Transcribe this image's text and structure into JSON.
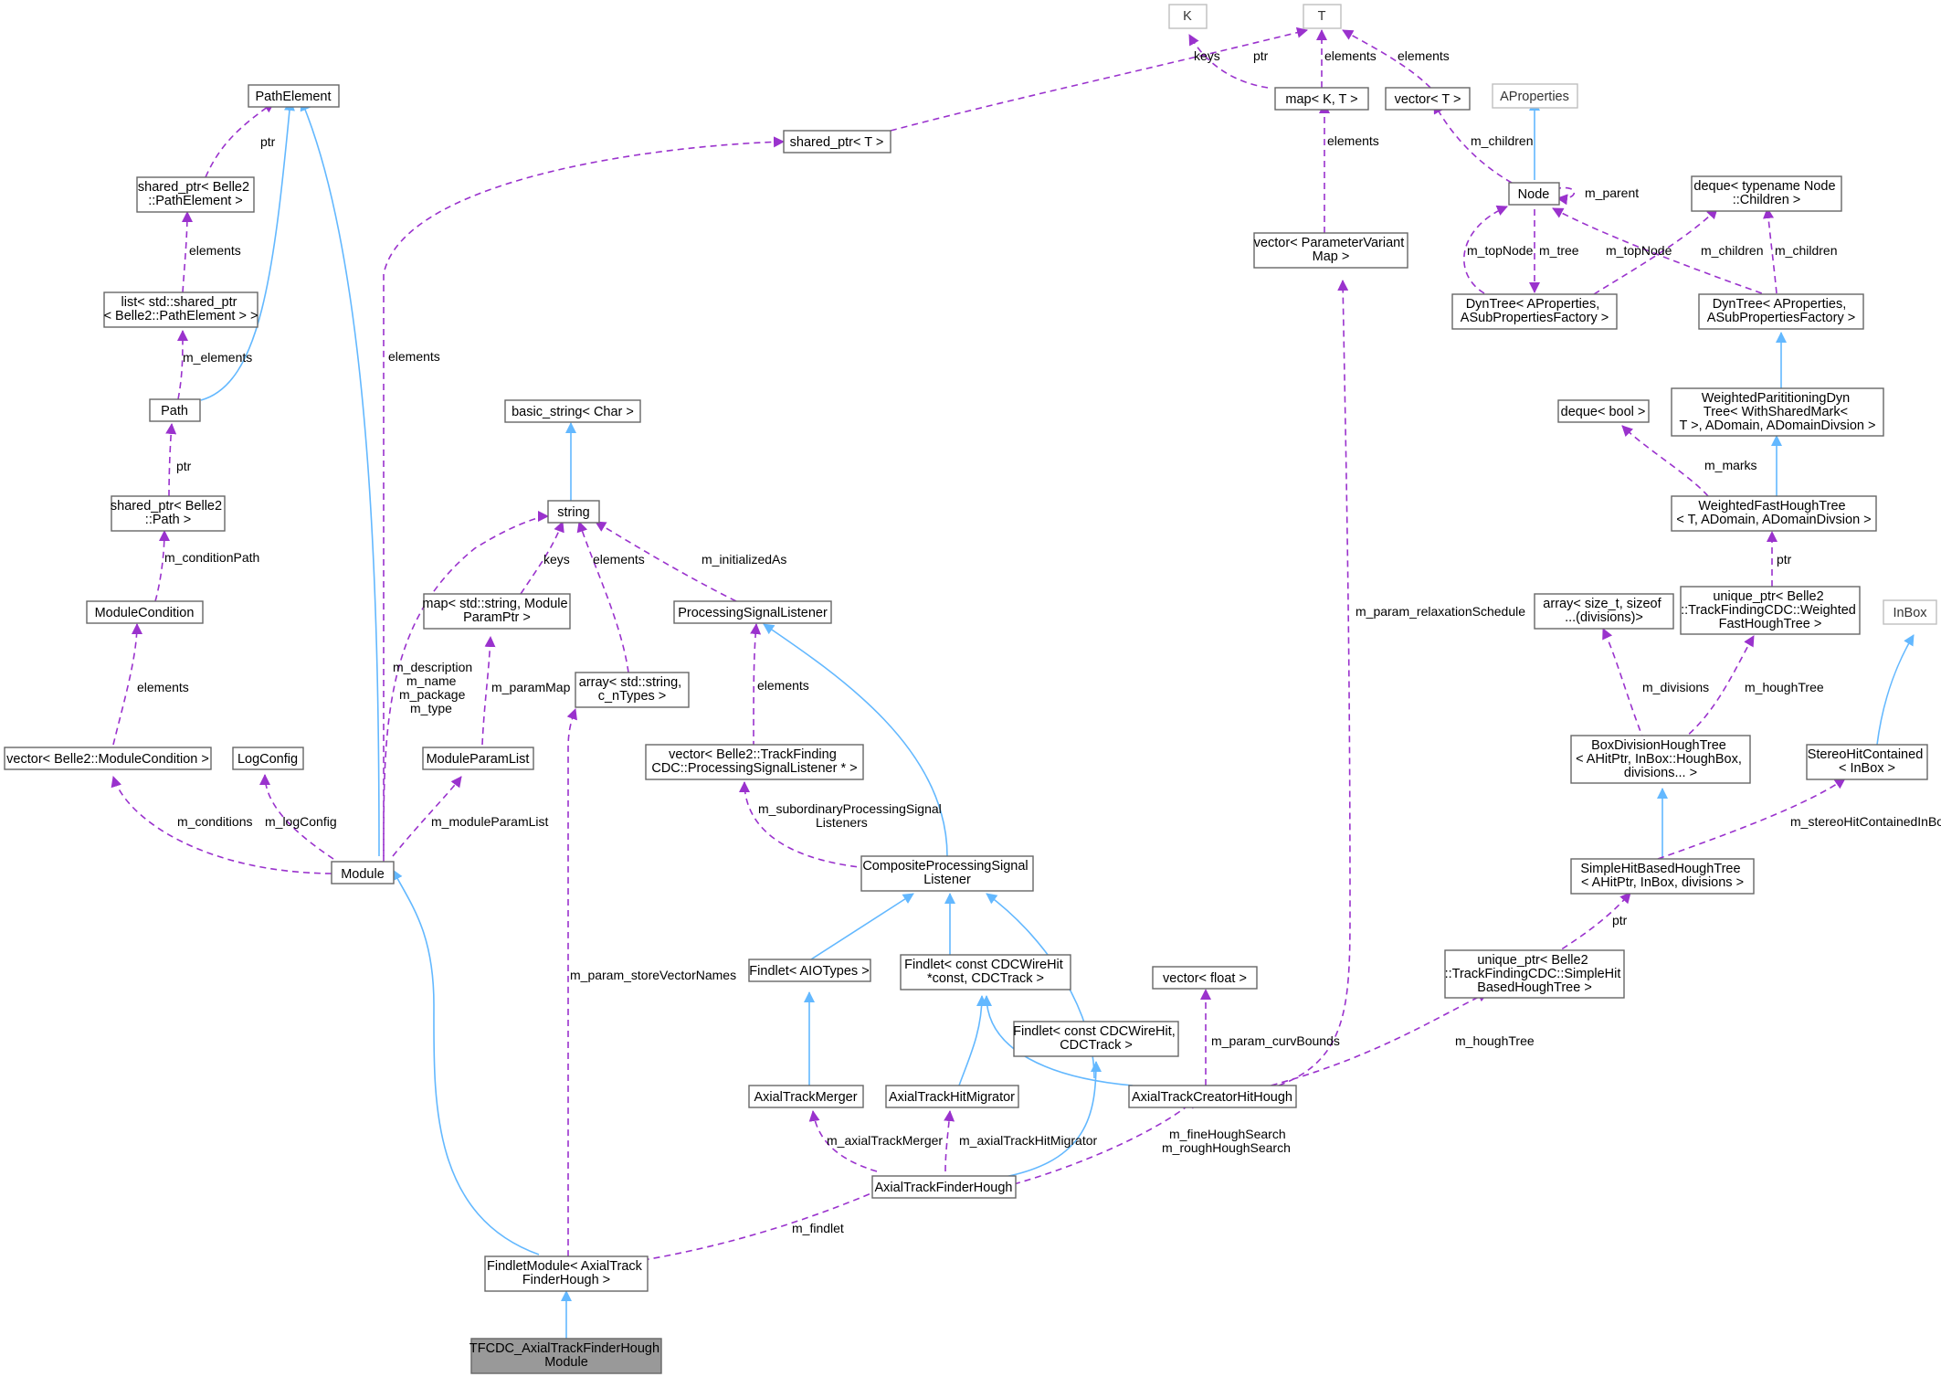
{
  "nodes": {
    "TFCDC": [
      "TFCDC_AxialTrackFinderHough",
      "Module"
    ],
    "FindletModule": [
      "FindletModule< AxialTrack",
      "FinderHough >"
    ],
    "Module": [
      "Module"
    ],
    "AxialTrackFinderHough": [
      "AxialTrackFinderHough"
    ],
    "AxialTrackMerger": [
      "AxialTrackMerger"
    ],
    "AxialTrackHitMigrator": [
      "AxialTrackHitMigrator"
    ],
    "AxialTrackCreatorHitHough": [
      "AxialTrackCreatorHitHough"
    ],
    "FindletAIO": [
      "Findlet< AIOTypes >"
    ],
    "FindletConstCDC1": [
      "Findlet< const CDCWireHit",
      "*const, CDCTrack >"
    ],
    "FindletConstCDC2": [
      "Findlet< const CDCWireHit,",
      "CDCTrack >"
    ],
    "CompositePSL": [
      "CompositeProcessingSignal",
      "Listener"
    ],
    "VectorPSL": [
      "vector< Belle2::TrackFinding",
      "CDC::ProcessingSignalListener * >"
    ],
    "PSL": [
      "ProcessingSignalListener"
    ],
    "String": [
      "string"
    ],
    "BasicString": [
      "basic_string< Char >"
    ],
    "MapModuleParam": [
      "map< std::string, Module",
      "ParamPtr >"
    ],
    "ModuleParamList": [
      "ModuleParamList"
    ],
    "ArrayString": [
      "array< std::string,",
      "c_nTypes >"
    ],
    "LogConfig": [
      "LogConfig"
    ],
    "VectorModuleCondition": [
      "vector< Belle2::ModuleCondition >"
    ],
    "ModuleCondition": [
      "ModuleCondition"
    ],
    "SharedPtrPath": [
      "shared_ptr< Belle2",
      "::Path >"
    ],
    "Path": [
      "Path"
    ],
    "ListSharedPtr": [
      "list< std::shared_ptr",
      "< Belle2::PathElement > >"
    ],
    "SharedPtrPathElement": [
      "shared_ptr< Belle2",
      "::PathElement >"
    ],
    "PathElement": [
      "PathElement"
    ],
    "SharedPtrT": [
      "shared_ptr< T >"
    ],
    "K": [
      "K"
    ],
    "T": [
      "T"
    ],
    "MapKT": [
      "map< K, T >"
    ],
    "VectorT": [
      "vector< T >"
    ],
    "AProperties": [
      "AProperties"
    ],
    "Node": [
      "Node"
    ],
    "DequeNode": [
      "deque< typename Node",
      "::Children >"
    ],
    "DynTree1": [
      "DynTree< AProperties,",
      "ASubPropertiesFactory >"
    ],
    "DynTree2": [
      "DynTree< AProperties,",
      "ASubPropertiesFactory >"
    ],
    "VectorParamVariant": [
      "vector< ParameterVariant",
      "Map >"
    ],
    "WPDT": [
      "WeightedParititioningDyn",
      "Tree< WithSharedMark<",
      " T >, ADomain, ADomainDivsion >"
    ],
    "DequeBool": [
      "deque< bool >"
    ],
    "WFHT": [
      "WeightedFastHoughTree",
      "< T, ADomain, ADomainDivsion >"
    ],
    "UniquePtrWFHT": [
      "unique_ptr< Belle2",
      "::TrackFindingCDC::Weighted",
      "FastHoughTree >"
    ],
    "ArraySizeT": [
      "array< size_t, sizeof",
      "...(divisions)>"
    ],
    "InBox": [
      "InBox"
    ],
    "BDHT": [
      "BoxDivisionHoughTree",
      "< AHitPtr, InBox::HoughBox,",
      "divisions... >"
    ],
    "SHC": [
      "StereoHitContained",
      "< InBox >"
    ],
    "SHBHT": [
      "SimpleHitBasedHoughTree",
      "< AHitPtr, InBox, divisions >"
    ],
    "UniquePtrSHBHT": [
      "unique_ptr< Belle2",
      "::TrackFindingCDC::SimpleHit",
      "BasedHoughTree >"
    ],
    "VectorFloat": [
      "vector< float >"
    ]
  },
  "edge_labels": {
    "m_findlet": [
      "m_findlet"
    ],
    "m_param_storeVectorNames": [
      "m_param_storeVectorNames"
    ],
    "m_axialTrackMerger": [
      "m_axialTrackMerger"
    ],
    "m_axialTrackHitMigrator": [
      "m_axialTrackHitMigrator"
    ],
    "hough_search": [
      "m_fineHoughSearch",
      "m_roughHoughSearch"
    ],
    "m_houghTree_bottom": [
      "m_houghTree"
    ],
    "m_param_curvBounds": [
      "m_param_curvBounds"
    ],
    "m_param_relaxationSchedule": [
      "m_param_relaxationSchedule"
    ],
    "m_subordinary": [
      "m_subordinaryProcessingSignal",
      "Listeners"
    ],
    "elements_psl": [
      "elements"
    ],
    "m_initializedAs": [
      "m_initializedAs"
    ],
    "elements_array": [
      "elements"
    ],
    "keys_map": [
      "keys"
    ],
    "m_string_members": [
      "m_description",
      "m_name",
      "m_package",
      "m_type"
    ],
    "m_paramMap": [
      "m_paramMap"
    ],
    "m_moduleParamList": [
      "m_moduleParamList"
    ],
    "m_logConfig": [
      "m_logConfig"
    ],
    "m_conditions": [
      "m_conditions"
    ],
    "elements_cond": [
      "elements"
    ],
    "m_conditionPath": [
      "m_conditionPath"
    ],
    "ptr_path": [
      "ptr"
    ],
    "m_elements": [
      "m_elements"
    ],
    "elements_list": [
      "elements"
    ],
    "ptr_pathelement": [
      "ptr"
    ],
    "elements_sharedT": [
      "elements"
    ],
    "keys_K": [
      "keys"
    ],
    "ptr_T": [
      "ptr"
    ],
    "elements_mapT": [
      "elements"
    ],
    "elements_vecT": [
      "elements"
    ],
    "elements_vpv": [
      "elements"
    ],
    "m_children_node": [
      "m_children"
    ],
    "m_parent": [
      "m_parent"
    ],
    "m_topNode1": [
      "m_topNode"
    ],
    "m_tree": [
      "m_tree"
    ],
    "m_topNode2": [
      "m_topNode"
    ],
    "m_children_d1": [
      "m_children"
    ],
    "m_children_d2": [
      "m_children"
    ],
    "m_marks": [
      "m_marks"
    ],
    "ptr_wfht": [
      "ptr"
    ],
    "m_divisions": [
      "m_divisions"
    ],
    "m_houghTree_top": [
      "m_houghTree"
    ],
    "m_stereoHitContainedInBox": [
      "m_stereoHitContainedInBox"
    ],
    "ptr_shbht": [
      "ptr"
    ]
  },
  "colors": {
    "inheritance_edge": "#63b8ff",
    "usage_edge": "#9a32cd",
    "focus_fill": "#999999",
    "node_border": "#666666"
  }
}
